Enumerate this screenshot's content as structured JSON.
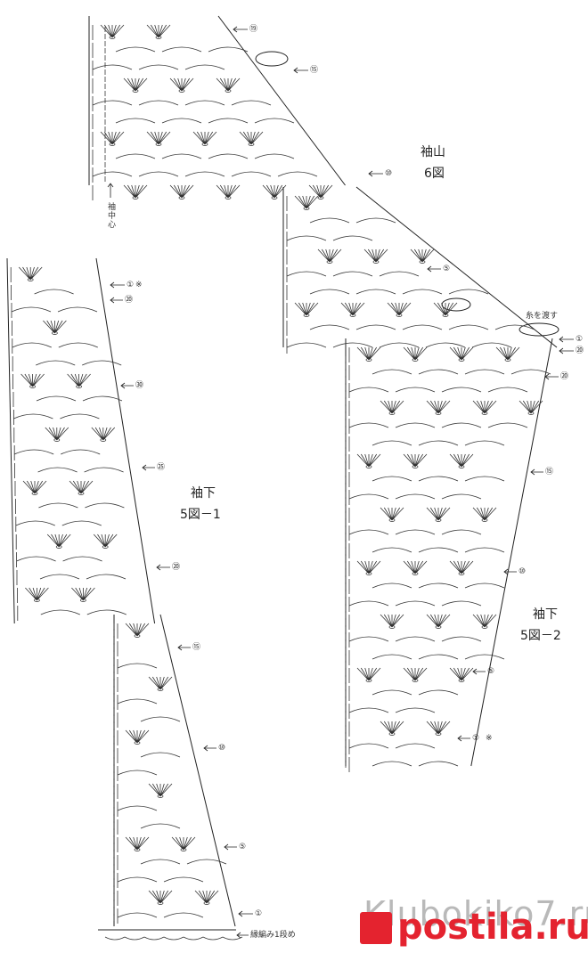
{
  "titles": {
    "sleeve_cap": "袖山",
    "fig6": "6図",
    "under1": "袖下",
    "fig5_1": "5図－1",
    "under2": "袖下",
    "fig5_2": "5図－2",
    "center": "袖中心",
    "pass_yarn": "糸を渡す",
    "edge": "縁編み1段め"
  },
  "row_markers": {
    "a": "⑲",
    "b": "⑮",
    "c": "⑩",
    "d": "⑤",
    "e": "①",
    "f": "⑳",
    "g": "㉚",
    "h": "㉕",
    "i": "⑳",
    "j": "⑮",
    "k": "⑩",
    "l": "⑤",
    "m": "①",
    "n": "①",
    "o": "⑳",
    "p": "⑳",
    "q": "⑮",
    "r": "⑩",
    "s": "⑤",
    "t": "①",
    "star": "※"
  },
  "watermark": {
    "text": "Klubokiko7.ru",
    "brand": "postila.ru"
  },
  "colors": {
    "ink": "#222222",
    "brand": "#e4232f",
    "watermark": "#b9b9b9"
  }
}
